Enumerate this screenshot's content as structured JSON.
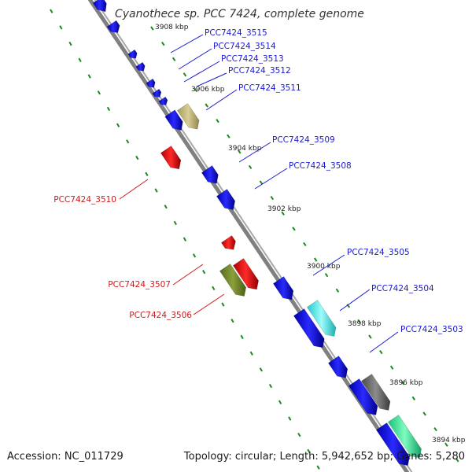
{
  "title": "Cyanothece sp. PCC 7424, complete genome",
  "accession": "Accession: NC_011729",
  "topology": "Topology: circular; Length: 5,942,652 bp; Genes: 5,280",
  "colors": {
    "backbone": "#7f7f7f",
    "ticks": "#1a8a1a",
    "label_blue": "#1a1acc",
    "label_red": "#cc1a1a"
  },
  "kbp_labels": [
    "3908 kbp",
    "3906 kbp",
    "3904 kbp",
    "3902 kbp",
    "3900 kbp",
    "3898 kbp",
    "3896 kbp",
    "3894 kbp"
  ],
  "gene_labels_blue": [
    "PCC7424_3515",
    "PCC7424_3514",
    "PCC7424_3513",
    "PCC7424_3512",
    "PCC7424_3511",
    "PCC7424_3509",
    "PCC7424_3508",
    "PCC7424_3505",
    "PCC7424_3504",
    "PCC7424_3503"
  ],
  "gene_labels_red": [
    "PCC7424_3510",
    "PCC7424_3507",
    "PCC7424_3506"
  ]
}
